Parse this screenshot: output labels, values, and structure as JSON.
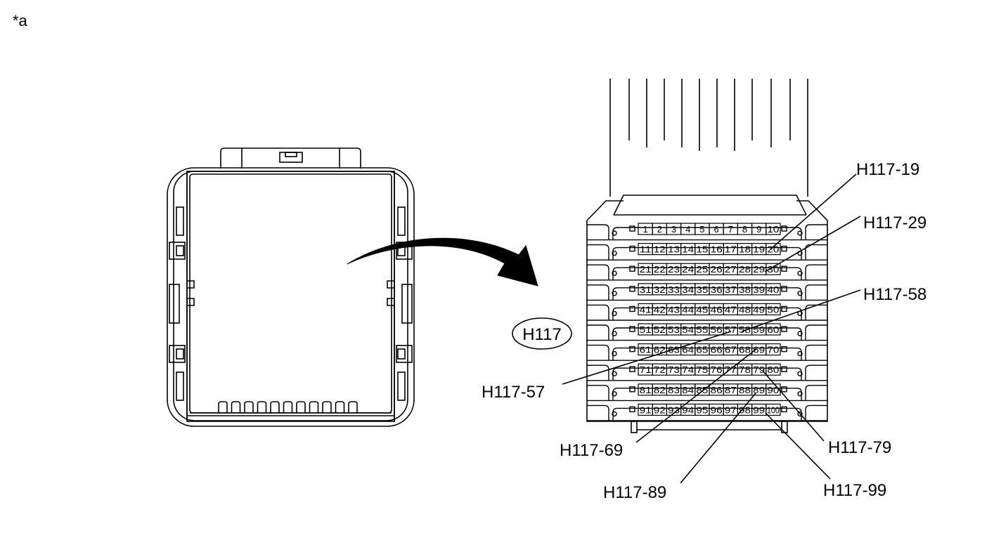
{
  "figure_ref": "*a",
  "connector_label": "H117",
  "pins": [
    "1",
    "2",
    "3",
    "4",
    "5",
    "6",
    "7",
    "8",
    "9",
    "10",
    "11",
    "12",
    "13",
    "14",
    "15",
    "16",
    "17",
    "18",
    "19",
    "20",
    "21",
    "22",
    "23",
    "24",
    "25",
    "26",
    "27",
    "28",
    "29",
    "30",
    "31",
    "32",
    "33",
    "34",
    "35",
    "36",
    "37",
    "38",
    "39",
    "40",
    "41",
    "42",
    "43",
    "44",
    "45",
    "46",
    "47",
    "48",
    "49",
    "50",
    "51",
    "52",
    "53",
    "54",
    "55",
    "56",
    "57",
    "58",
    "59",
    "60",
    "61",
    "62",
    "63",
    "64",
    "65",
    "66",
    "67",
    "68",
    "69",
    "70",
    "71",
    "72",
    "73",
    "74",
    "75",
    "76",
    "77",
    "78",
    "79",
    "80",
    "81",
    "82",
    "83",
    "84",
    "85",
    "86",
    "87",
    "88",
    "89",
    "90",
    "91",
    "92",
    "93",
    "94",
    "95",
    "96",
    "97",
    "98",
    "99",
    "100"
  ],
  "callouts": [
    {
      "id": "19",
      "text": "H117-19"
    },
    {
      "id": "29",
      "text": "H117-29"
    },
    {
      "id": "58",
      "text": "H117-58"
    },
    {
      "id": "57",
      "text": "H117-57"
    },
    {
      "id": "69",
      "text": "H117-69"
    },
    {
      "id": "79",
      "text": "H117-79"
    },
    {
      "id": "89",
      "text": "H117-89"
    },
    {
      "id": "99",
      "text": "H117-99"
    }
  ],
  "colors": {
    "line": "#000000",
    "background": "#ffffff"
  }
}
